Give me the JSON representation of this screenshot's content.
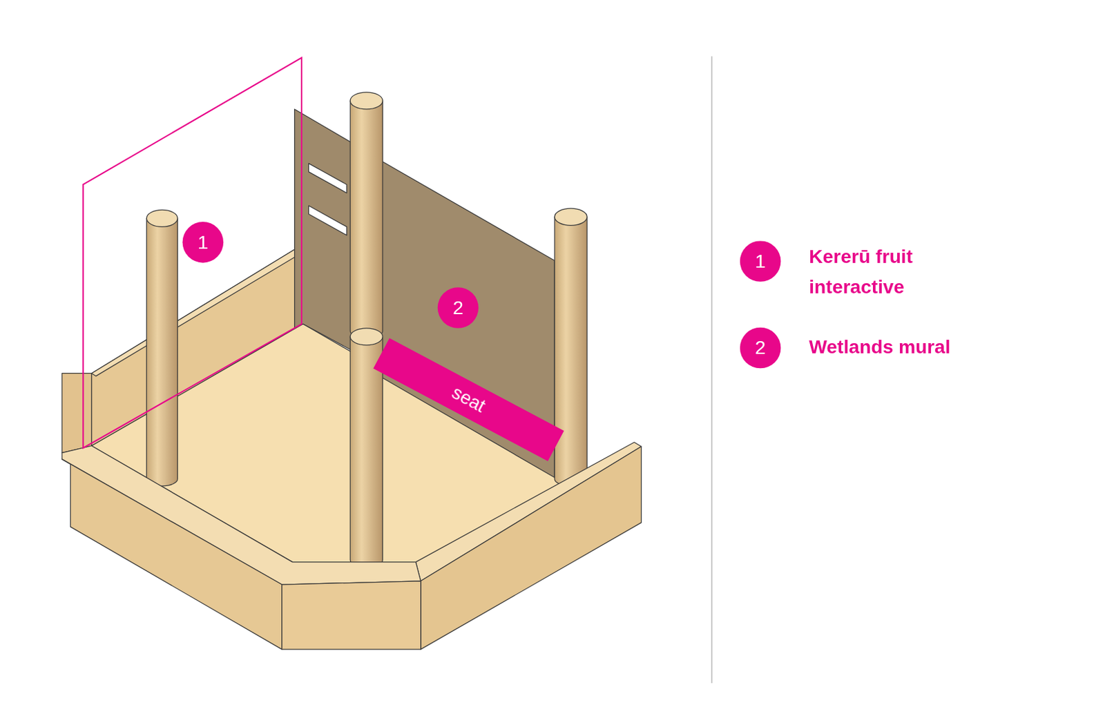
{
  "diagram": {
    "nodes": [
      {
        "text": [
          "1"
        ]
      },
      {
        "text": [
          "2"
        ]
      },
      {
        "text": [
          "seat"
        ]
      },
      {
        "text": [
          "1"
        ]
      },
      {
        "text": [
          "2"
        ]
      }
    ],
    "labels": [
      "Kererū fruit interactive",
      "Wetlands mural"
    ]
  }
}
